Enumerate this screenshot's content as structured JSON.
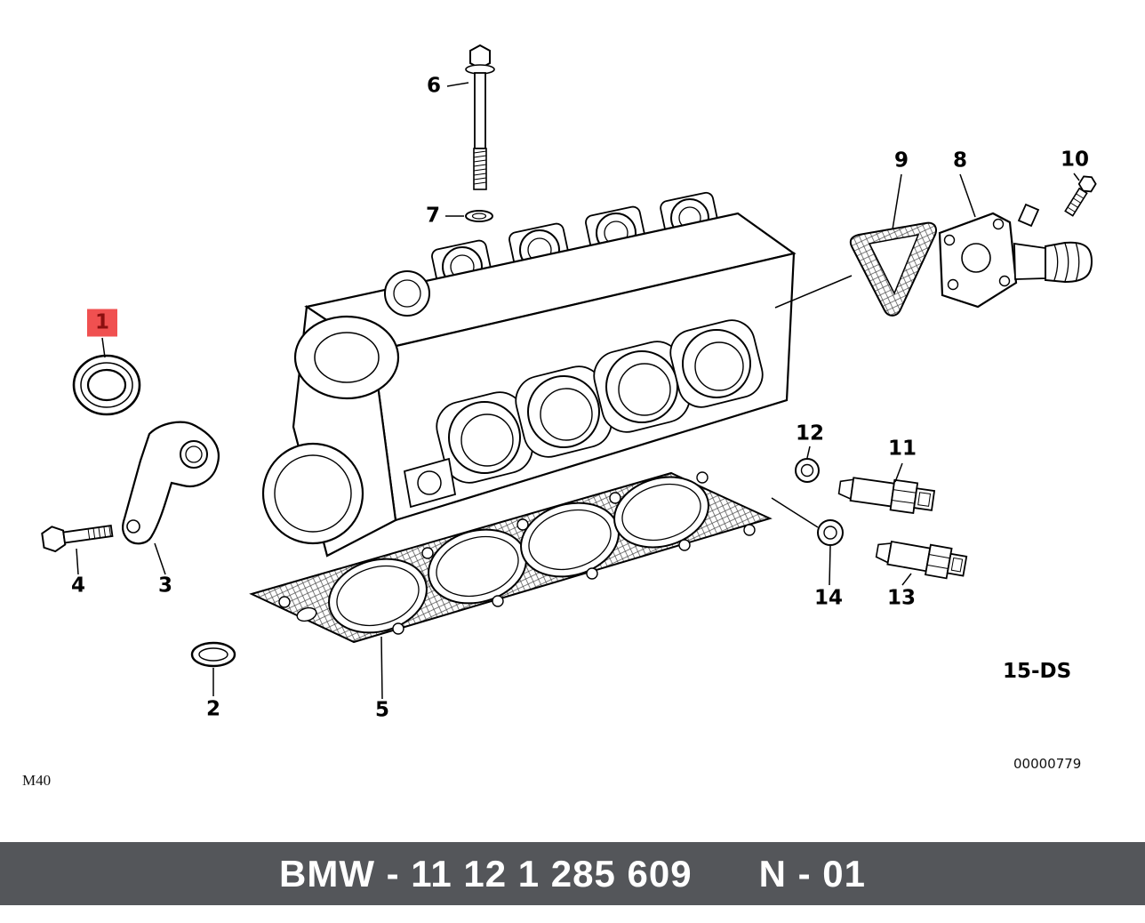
{
  "diagram": {
    "engine_code": "M40",
    "sheet_code": "15-DS",
    "image_number": "00000779",
    "parts": [
      {
        "number": "1",
        "highlighted": true
      },
      {
        "number": "2",
        "highlighted": false
      },
      {
        "number": "3",
        "highlighted": false
      },
      {
        "number": "4",
        "highlighted": false
      },
      {
        "number": "5",
        "highlighted": false
      },
      {
        "number": "6",
        "highlighted": false
      },
      {
        "number": "7",
        "highlighted": false
      },
      {
        "number": "8",
        "highlighted": false
      },
      {
        "number": "9",
        "highlighted": false
      },
      {
        "number": "10",
        "highlighted": false
      },
      {
        "number": "11",
        "highlighted": false
      },
      {
        "number": "12",
        "highlighted": false
      },
      {
        "number": "13",
        "highlighted": false
      },
      {
        "number": "14",
        "highlighted": false
      }
    ],
    "colors": {
      "highlight_background": "#f05050",
      "highlight_text": "#8b0f0f",
      "line": "#000000"
    }
  },
  "footer": {
    "part_number": "BMW - 11 12 1 285 609",
    "revision": "N - 01",
    "colors": {
      "background": "#54565a",
      "text": "#ffffff"
    }
  }
}
